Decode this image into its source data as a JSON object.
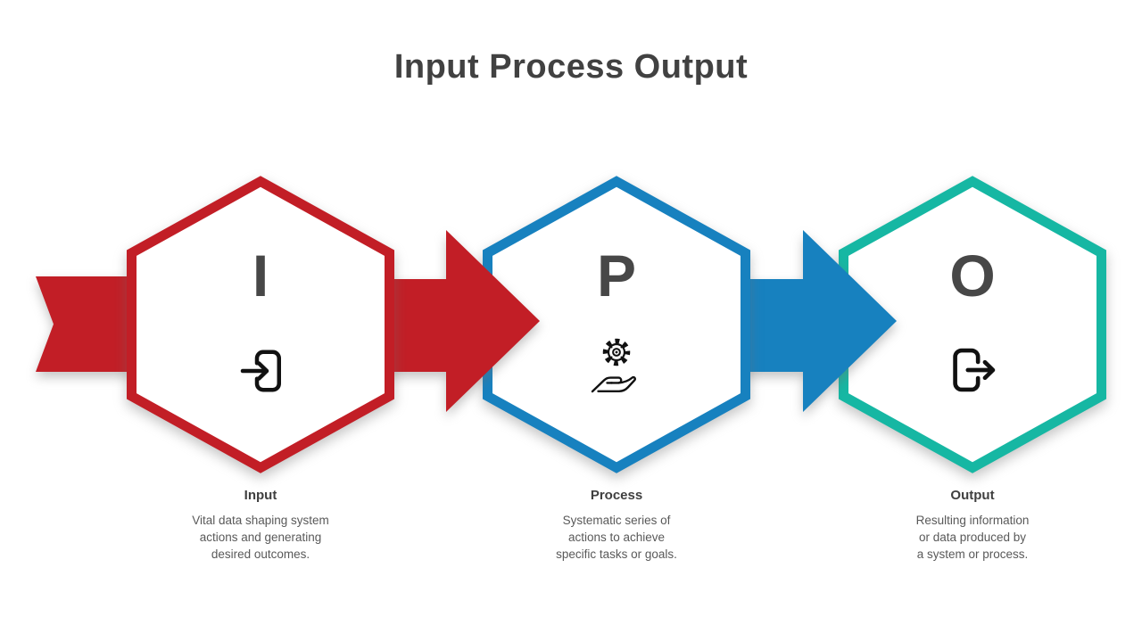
{
  "title": "Input Process Output",
  "colors": {
    "red": "#C21E26",
    "blue": "#1781BF",
    "teal": "#16B7A3",
    "letter": "#474747",
    "heading": "#3F3F3F",
    "body_text": "#595959",
    "icon": "#111111"
  },
  "steps": [
    {
      "letter": "I",
      "label": "Input",
      "icon": "login-icon",
      "accent": "#C21E26",
      "desc_lines": [
        "Vital data shaping system",
        "actions and generating",
        "desired outcomes."
      ]
    },
    {
      "letter": "P",
      "label": "Process",
      "icon": "gear-hand-icon",
      "accent": "#1781BF",
      "desc_lines": [
        "Systematic series of",
        "actions to achieve",
        "specific tasks or goals."
      ]
    },
    {
      "letter": "O",
      "label": "Output",
      "icon": "logout-icon",
      "accent": "#16B7A3",
      "desc_lines": [
        "Resulting information",
        "or data produced by",
        "a system or process."
      ]
    }
  ],
  "connectors": [
    {
      "name": "ribbon-tail",
      "color": "#C21E26"
    },
    {
      "name": "arrow-input-to-process",
      "color": "#C21E26"
    },
    {
      "name": "arrow-process-to-output",
      "color": "#1781BF"
    }
  ]
}
